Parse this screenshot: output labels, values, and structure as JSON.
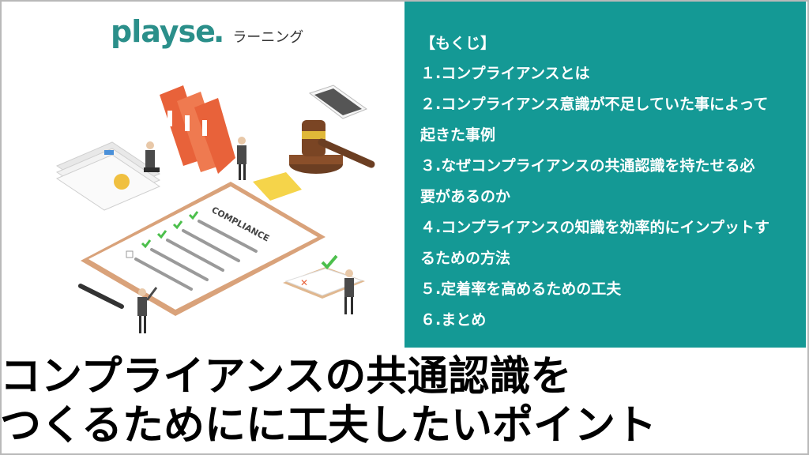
{
  "logo": {
    "word": "playse",
    "dot": ".",
    "sub": "ラーニング"
  },
  "illustration": {
    "clipboard_label": "COMPLIANCE"
  },
  "toc": {
    "heading": "【もくじ】",
    "items": [
      "１.コンプライアンスとは",
      "２.コンプライアンス意識が不足していた事によって",
      "起きた事例",
      "３.なぜコンプライアンスの共通認識を持たせる必",
      "要があるのか",
      "４.コンプライアンスの知識を効率的にインプットす",
      "るための方法",
      "５.定着率を高めるための工夫",
      "６.まとめ"
    ]
  },
  "title": {
    "line1": "コンプライアンスの共通認識を",
    "line2": "つくるためにに工夫したいポイント"
  },
  "colors": {
    "panel": "#149995",
    "brand": "#2b8f8a",
    "title": "#000000"
  }
}
